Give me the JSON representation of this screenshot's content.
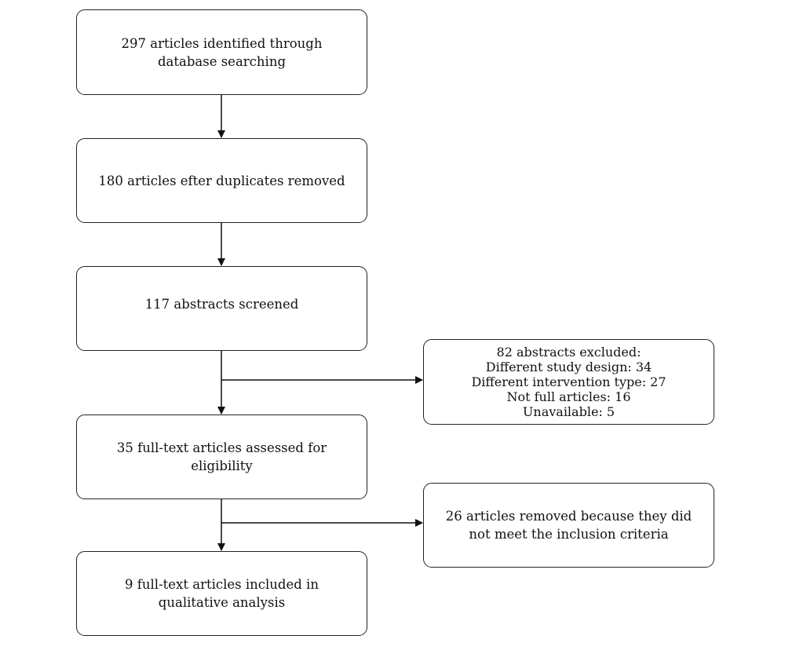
{
  "flow": {
    "identified": {
      "lines": [
        "297 articles identified through",
        "database searching"
      ]
    },
    "deduplicated": {
      "lines": [
        "180 articles efter duplicates removed"
      ]
    },
    "screened": {
      "lines": [
        "117 abstracts screened"
      ]
    },
    "abstracts_excluded": {
      "lines": [
        "82 abstracts excluded:",
        "Different study design: 34",
        "Different intervention type: 27",
        "Not full articles: 16",
        "Unavailable: 5"
      ]
    },
    "assessed": {
      "lines": [
        "35 full-text articles assessed for",
        "eligibility"
      ]
    },
    "removed": {
      "lines": [
        "26 articles removed because they did",
        "not meet the inclusion criteria"
      ]
    },
    "included": {
      "lines": [
        "9 full-text articles included in",
        "qualitative analysis"
      ]
    }
  }
}
